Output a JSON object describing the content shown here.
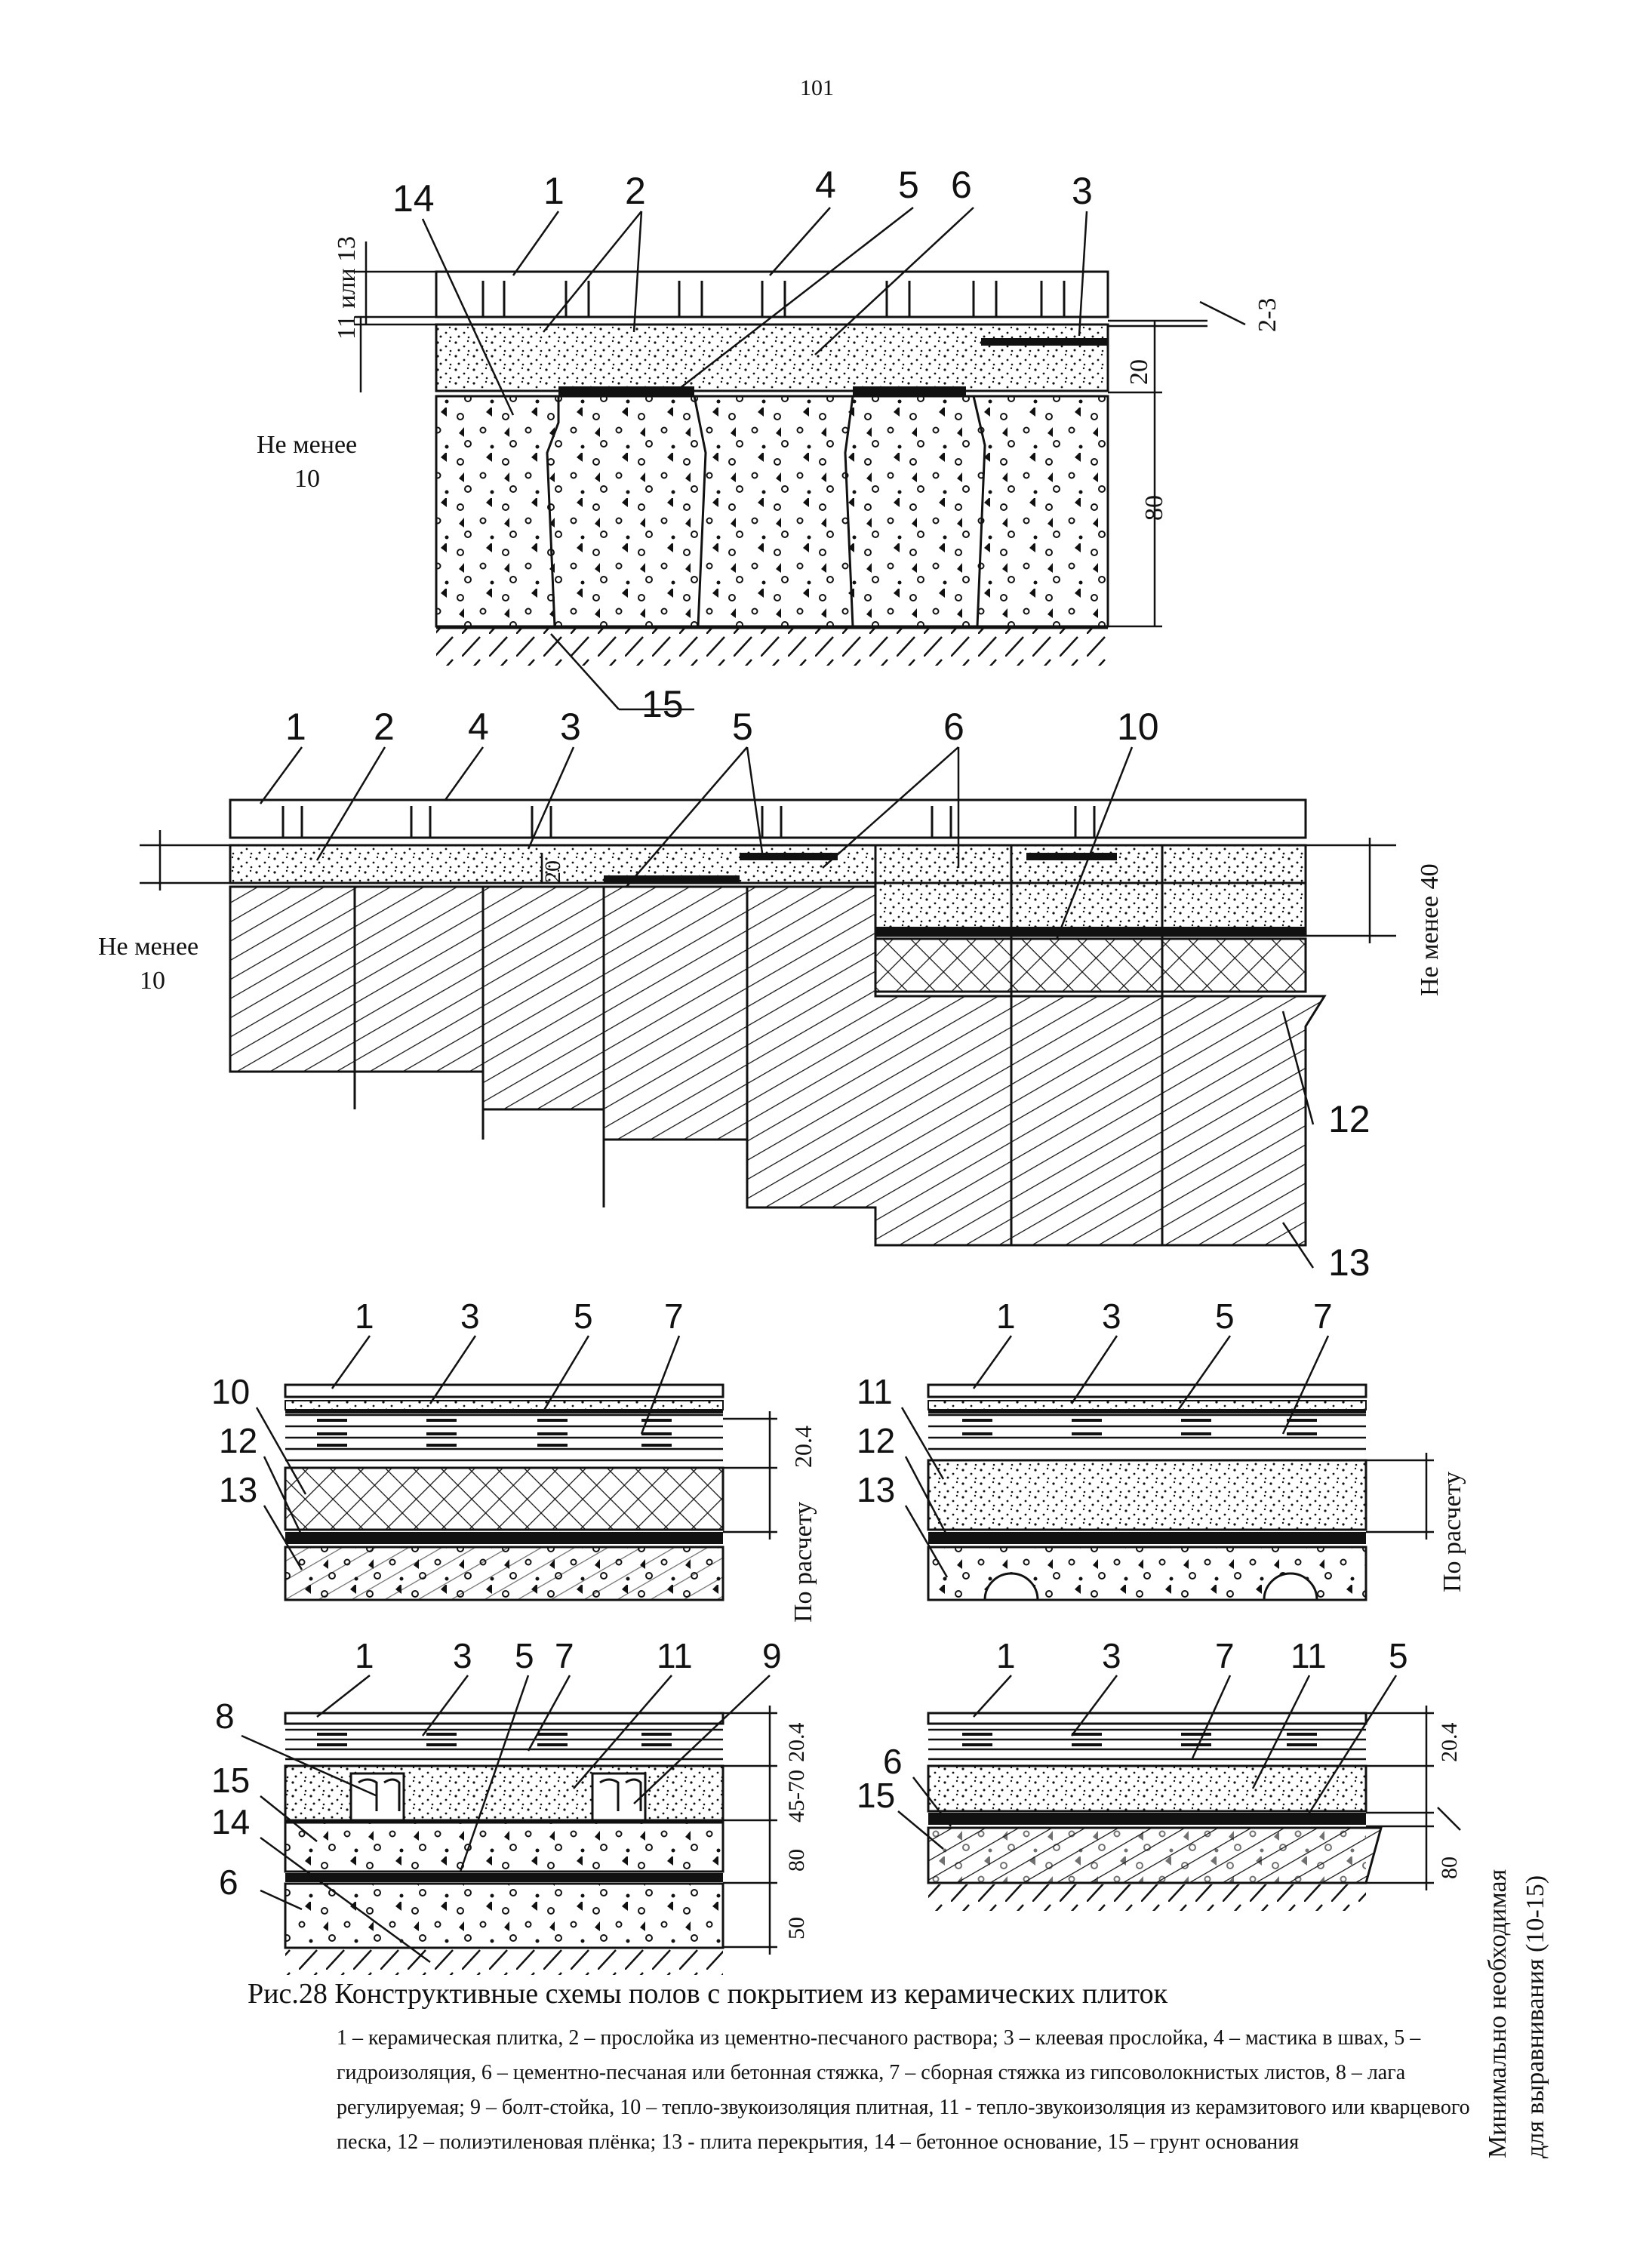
{
  "page_number": "101",
  "figure": {
    "title": "Рис.28 Конструктивные схемы полов с покрытием из керамических плиток",
    "legend": "1 – керамическая плитка, 2 – прослойка из цементно-песчаного раствора; 3 – клеевая прослойка, 4 – мастика в швах, 5 – гидроизоляция, 6 – цементно-песчаная или бетонная стяжка, 7 – сборная стяжка из гипсоволокнистых листов, 8 – лага регулируемая; 9 – болт-стойка, 10 – тепло-звукоизоляция плитная, 11 - тепло-звукоизоляция из керамзитового или кварцевого песка, 12 – полиэтиленовая плёнка; 13 - плита перекрытия, 14 – бетонное основание, 15 – грунт основания"
  },
  "diagram_a": {
    "callouts": [
      "14",
      "1",
      "2",
      "4",
      "5",
      "6",
      "3",
      "15"
    ],
    "dims": {
      "left_top": "11 или 13",
      "right_small": "2-3",
      "right_mid": "20",
      "right_big": "80",
      "min_label_1": "Не менее",
      "min_label_2": "10"
    }
  },
  "diagram_b": {
    "callouts": [
      "1",
      "2",
      "4",
      "3",
      "5",
      "6",
      "10",
      "12",
      "13"
    ],
    "dims": {
      "min_label_1": "Не менее",
      "min_label_2": "10",
      "inner": "20",
      "right": "Не менее 40"
    }
  },
  "diagram_c": {
    "callouts_top": [
      "1",
      "3",
      "5",
      "7"
    ],
    "callouts_left": [
      "10",
      "12",
      "13"
    ],
    "dims": {
      "a": "20.4",
      "b": "По расчету"
    }
  },
  "diagram_d": {
    "callouts_top": [
      "1",
      "3",
      "5",
      "7"
    ],
    "callouts_left": [
      "11",
      "12",
      "13"
    ],
    "dims": {
      "a": "По расчету"
    }
  },
  "diagram_e": {
    "callouts_top": [
      "1",
      "3",
      "5",
      "7",
      "11",
      "9"
    ],
    "callouts_left": [
      "8",
      "15",
      "14",
      "6"
    ],
    "dims": {
      "a": "20.4",
      "b": "45-70",
      "c": "80",
      "d": "50"
    }
  },
  "diagram_f": {
    "callouts_top": [
      "1",
      "3",
      "7",
      "11",
      "5"
    ],
    "callouts_left": [
      "6",
      "15"
    ],
    "dims": {
      "a": "20.4",
      "b": "80",
      "c": "Минимально необходимая",
      "d": "для выравнивания (10-15)"
    }
  }
}
